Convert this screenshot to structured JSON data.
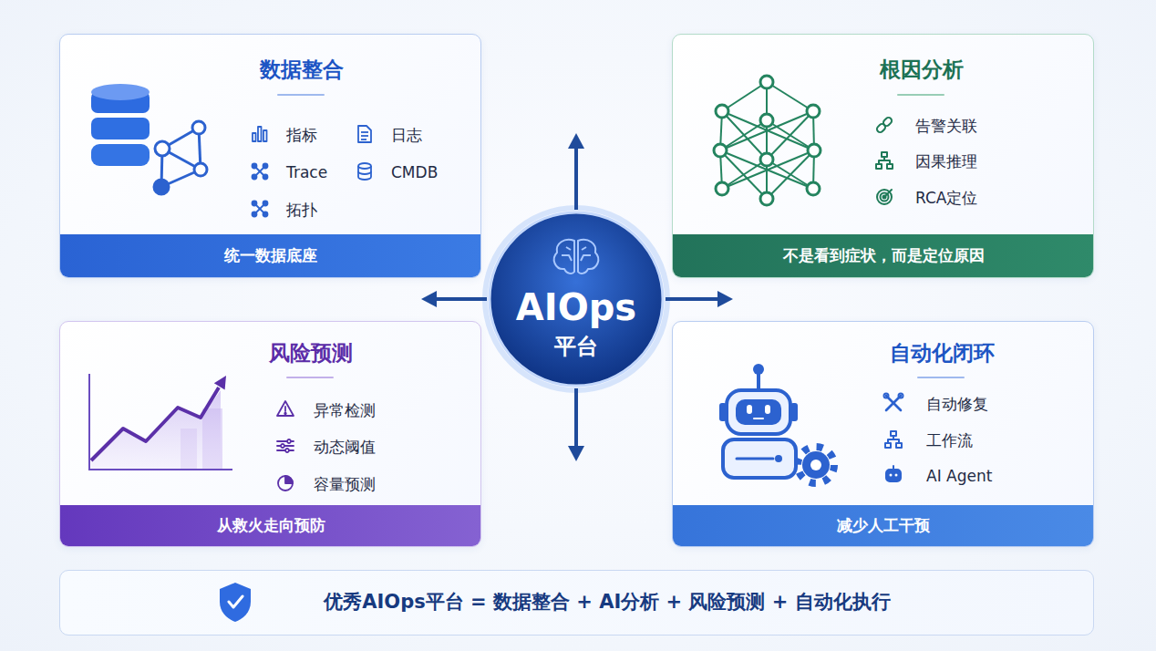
{
  "diagram": {
    "nodes": [
      {
        "text": [
          "数据整合",
          "指标",
          "日志",
          "Trace",
          "CMDB",
          "拓扑"
        ]
      },
      {
        "text": [
          "统一数据底座"
        ],
        "in": 0
      },
      {
        "text": [
          "根因分析",
          "告警关联",
          "因果推理",
          "RCA定位"
        ]
      },
      {
        "text": [
          "不是看到症状，而是定位原因"
        ],
        "in": 2
      },
      {
        "text": [
          "AIOps",
          "平台"
        ]
      },
      {
        "text": [
          "风险预测",
          "异常检测",
          "动态阈值",
          "容量预测"
        ]
      },
      {
        "text": [
          "从救火走向预防"
        ],
        "in": 5
      },
      {
        "text": [
          "自动化闭环",
          "自动修复",
          "工作流",
          "AI Agent"
        ]
      },
      {
        "text": [
          "减少人工干预"
        ],
        "in": 7
      },
      {
        "text": [
          "优秀AIOps平台 = 数据整合 + AI分析 + 风险预测 + 自动化执行"
        ]
      }
    ]
  }
}
